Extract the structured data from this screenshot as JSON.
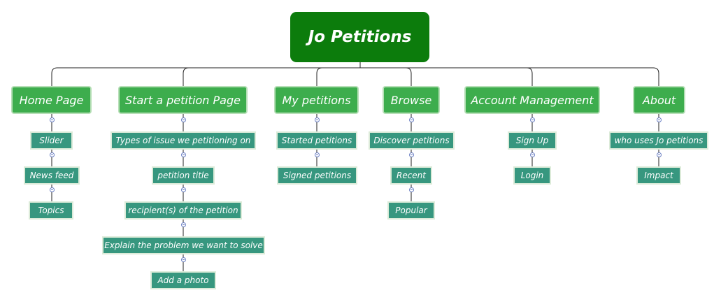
{
  "title": "Jo Petitions",
  "topics": [
    {
      "label": "Home Page",
      "children": [
        "Slider",
        "News feed",
        "Topics"
      ]
    },
    {
      "label": "Start a petition Page",
      "children": [
        "Types of issue  we petitioning on",
        "petition title",
        "recipient(s) of the petition",
        "Explain the problem we want to solve",
        "Add a photo"
      ]
    },
    {
      "label": "My petitions",
      "children": [
        "Started petitions",
        "Signed petitions"
      ]
    },
    {
      "label": "Browse",
      "children": [
        "Discover petitions",
        "Recent",
        "Popular"
      ]
    },
    {
      "label": "Account Management",
      "children": [
        "Sign Up",
        "Login"
      ]
    },
    {
      "label": "About",
      "children": [
        "who uses Jo petitions",
        "Impact"
      ]
    }
  ],
  "colors": {
    "root": "#0c7c0c",
    "topic": "#3dad4d",
    "subtopic": "#37977f",
    "connector": "#222222",
    "toggle": "#6a7fc4"
  },
  "icons": {
    "collapse": "minus-circle-icon"
  }
}
